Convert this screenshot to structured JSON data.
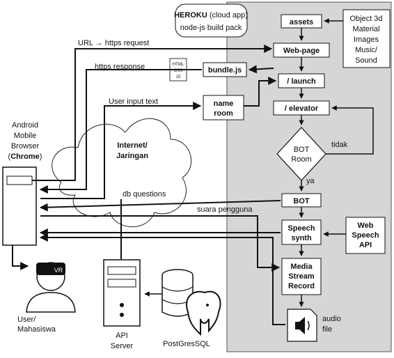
{
  "cloud_app": {
    "title_bold": "HEROKU",
    "title_rest": " (cloud app)",
    "subtitle": "node-js build pack"
  },
  "assets_box": "assets",
  "resources_box": [
    "Object 3d",
    "Material",
    "Images",
    "Music/",
    "Sound"
  ],
  "webpage_box": "Web-page",
  "bundle_box": "bundle.js",
  "bundle_icon_text": [
    "HTML",
    "CSS",
    "JS"
  ],
  "launch_box": "/ launch",
  "name_room_box": [
    "name",
    "room"
  ],
  "elevator_box": "/ elevator",
  "bot_room_decision": [
    "BOT",
    "Room"
  ],
  "decision_no": "tidak",
  "decision_yes": "ya",
  "bot_box": "BOT",
  "speech_synth_box": [
    "Speech",
    "synth"
  ],
  "web_speech_api_box": [
    "Web",
    "Speech",
    "API"
  ],
  "media_stream_box": [
    "Media",
    "Stream",
    "Record"
  ],
  "audio_file_label": [
    "audio",
    "file"
  ],
  "browser_label": [
    "Android",
    "Mobile",
    "Browser"
  ],
  "browser_label_bold": "Chrome",
  "internet_label": [
    "Internet/",
    "Jaringan"
  ],
  "edge_labels": {
    "url_request": "URL → https request",
    "https_response": "https response",
    "user_input": "User input text",
    "db_questions": "db questions",
    "suara": "suara pengguna"
  },
  "user_label": [
    "User/",
    "Mahasiswa"
  ],
  "vr_label": "VR",
  "api_server_label": [
    "API",
    "Server"
  ],
  "postgres_label": "PostGresSQL"
}
